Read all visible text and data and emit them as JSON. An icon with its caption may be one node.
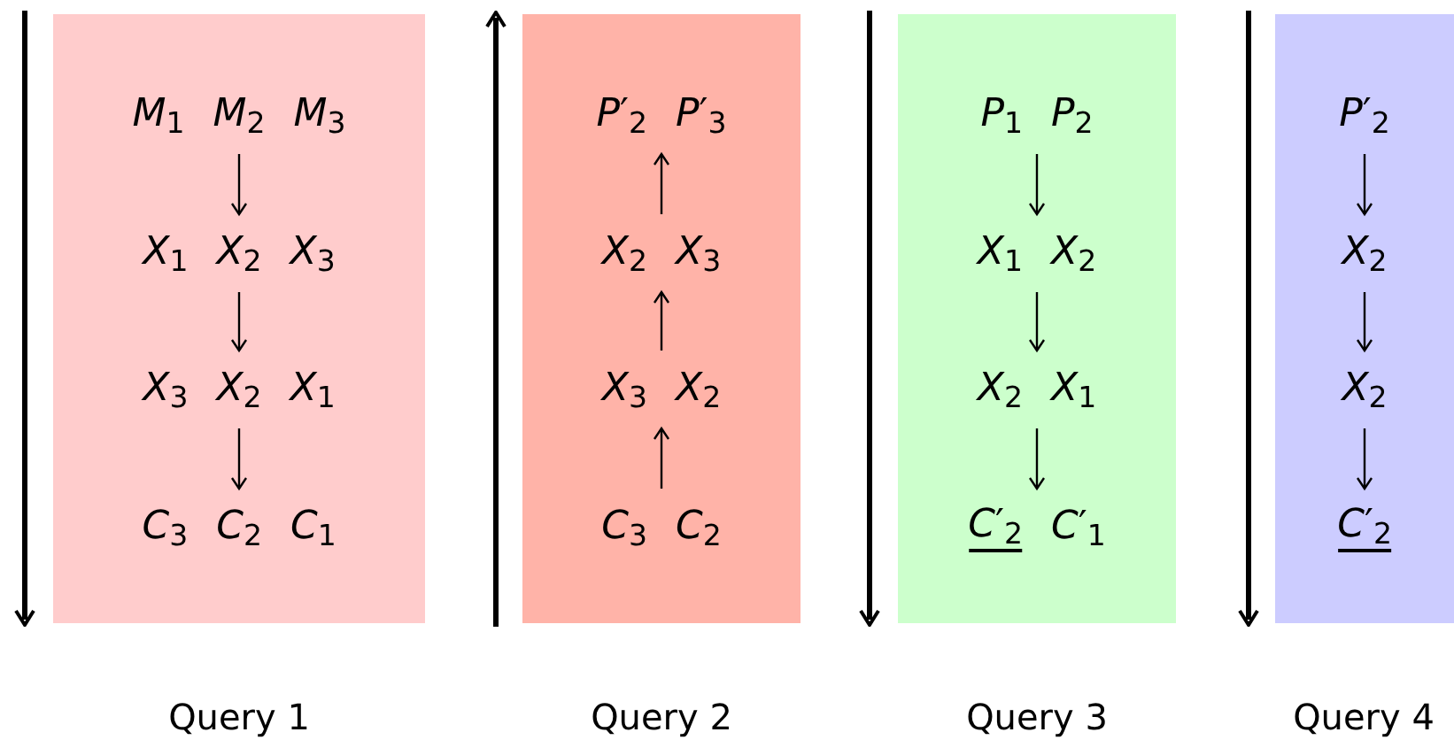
{
  "diagram": {
    "nodes": [
      {
        "text": [],
        "shape": "box",
        "beside": [
          "Query 1"
        ]
      },
      {
        "text": [
          "*M*$_{1}$",
          "*M*$_{2}$",
          "*M*$_{3}$"
        ],
        "in": 0
      },
      {
        "text": [
          "*X*$_{1}$",
          "*X*$_{2}$",
          "*X*$_{3}$"
        ],
        "in": 0
      },
      {
        "text": [
          "*X*$_{3}$",
          "*X*$_{2}$",
          "*X*$_{1}$"
        ],
        "in": 0
      },
      {
        "text": [
          "*C*$_{3}$",
          "*C*$_{2}$",
          "*C*$_{1}$"
        ],
        "in": 0
      },
      {
        "text": [],
        "shape": "box",
        "beside": [
          "Query 2"
        ]
      },
      {
        "text": [
          "*P*′$_{2}$",
          "*P*′$_{3}$"
        ],
        "in": 5
      },
      {
        "text": [
          "*X*$_{2}$",
          "*X*$_{3}$"
        ],
        "in": 5
      },
      {
        "text": [
          "*X*$_{3}$",
          "*X*$_{2}$"
        ],
        "in": 5
      },
      {
        "text": [
          "*C*$_{3}$",
          "*C*$_{2}$"
        ],
        "in": 5
      },
      {
        "text": [],
        "shape": "box",
        "beside": [
          "Query 3"
        ]
      },
      {
        "text": [
          "*P*$_{1}$",
          "*P*$_{2}$"
        ],
        "in": 10
      },
      {
        "text": [
          "*X*$_{1}$",
          "*X*$_{2}$"
        ],
        "in": 10
      },
      {
        "text": [
          "*X*$_{2}$",
          "*X*$_{1}$"
        ],
        "in": 10
      },
      {
        "text": [
          "*C*′$_{2}$",
          "*C*′$_{1}$"
        ],
        "in": 10
      },
      {
        "text": [],
        "shape": "box",
        "beside": [
          "Query 4"
        ]
      },
      {
        "text": [
          "*P*′$_{2}$"
        ],
        "in": 15
      },
      {
        "text": [
          "*X*$_{2}$"
        ],
        "in": 15
      },
      {
        "text": [
          "*X*$_{2}$"
        ],
        "in": 15
      },
      {
        "text": [
          "*C*′$_{2}$"
        ],
        "in": 15
      }
    ],
    "edges": [
      {
        "from": 1,
        "to": 2,
        "arrow": "to"
      },
      {
        "from": 2,
        "to": 3,
        "arrow": "to"
      },
      {
        "from": 3,
        "to": 4,
        "arrow": "to"
      },
      {
        "from": 9,
        "to": 8,
        "arrow": "to"
      },
      {
        "from": 8,
        "to": 7,
        "arrow": "to"
      },
      {
        "from": 7,
        "to": 6,
        "arrow": "to"
      },
      {
        "from": 11,
        "to": 12,
        "arrow": "to"
      },
      {
        "from": 12,
        "to": 13,
        "arrow": "to"
      },
      {
        "from": 13,
        "to": 14,
        "arrow": "to"
      },
      {
        "from": 16,
        "to": 17,
        "arrow": "to"
      },
      {
        "from": 17,
        "to": 18,
        "arrow": "to"
      },
      {
        "from": 18,
        "to": 19,
        "arrow": "to"
      }
    ]
  }
}
